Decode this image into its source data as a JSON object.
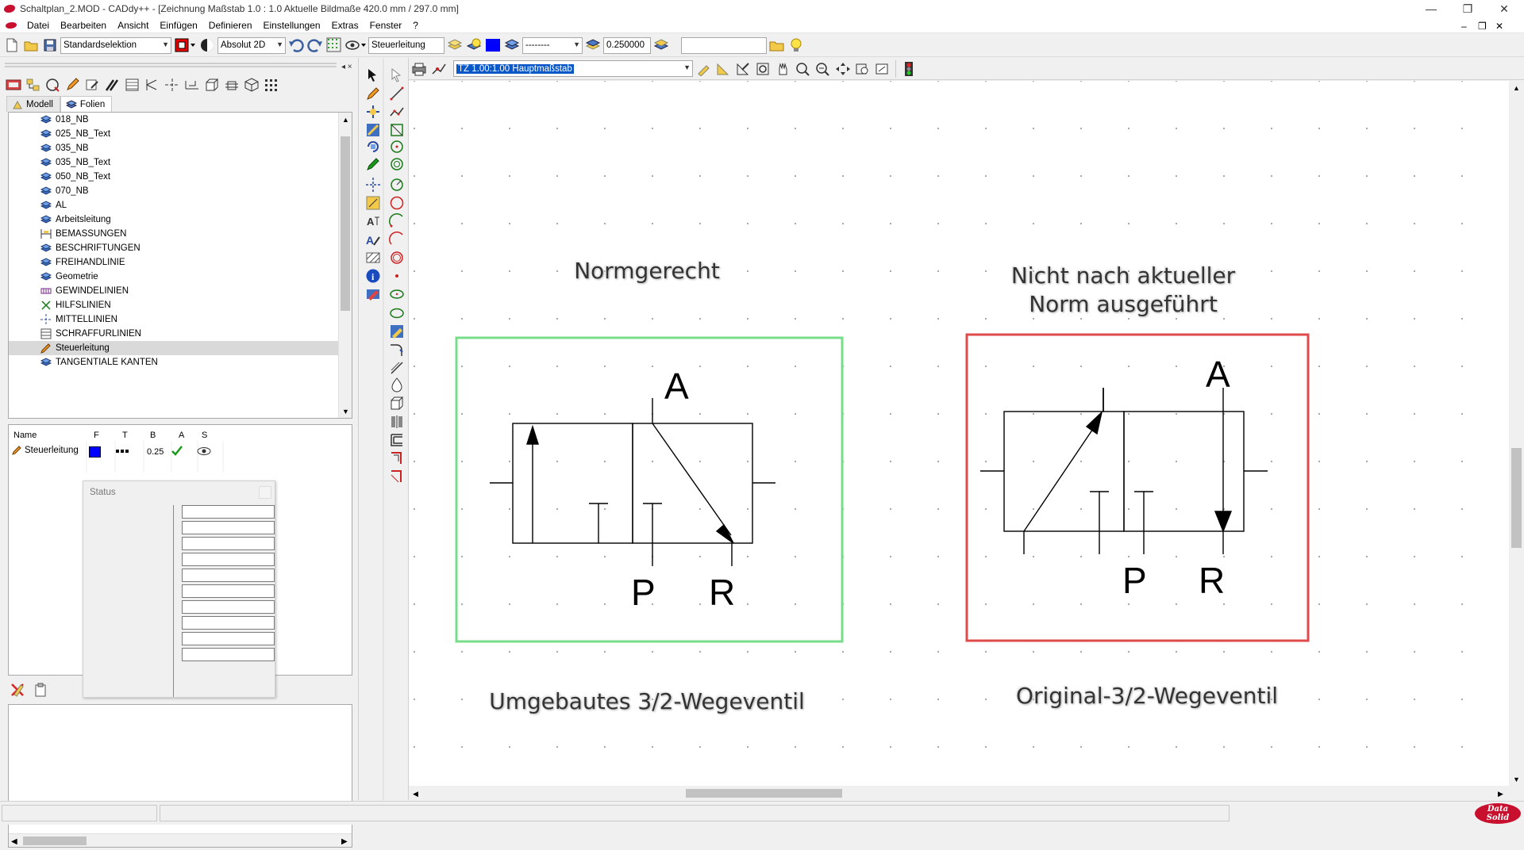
{
  "window": {
    "title": "Schaltplan_2.MOD - CADdy++ - [Zeichnung  Maßstab 1.0 : 1.0  Aktuelle Bildmaße 420.0 mm / 297.0 mm]",
    "minimize_glyph": "—",
    "restore_glyph": "❐",
    "close_glyph": "✕"
  },
  "menu": {
    "items": [
      "Datei",
      "Bearbeiten",
      "Ansicht",
      "Einfügen",
      "Definieren",
      "Einstellungen",
      "Extras",
      "Fenster",
      "?"
    ],
    "mdi_minimize": "–",
    "mdi_restore": "❐",
    "mdi_close": "✕"
  },
  "toolbar1": {
    "selection_mode": "Standardselektion",
    "coord_mode": "Absolut 2D",
    "layer_name": "Steuerleitung",
    "line_type": "--------",
    "line_width": "0.250000",
    "extra_field": ""
  },
  "toolbar2": {
    "viewport": "TZ 1.00:1.00 Hauptmaßstab"
  },
  "left_panel": {
    "tabs": [
      "Modell",
      "Folien"
    ],
    "layers": [
      {
        "name": "018_NB",
        "icon": "layer-stack"
      },
      {
        "name": "025_NB_Text",
        "icon": "layer-stack"
      },
      {
        "name": "035_NB",
        "icon": "layer-stack"
      },
      {
        "name": "035_NB_Text",
        "icon": "layer-stack"
      },
      {
        "name": "050_NB_Text",
        "icon": "layer-stack"
      },
      {
        "name": "070_NB",
        "icon": "layer-stack"
      },
      {
        "name": "AL",
        "icon": "layer-stack"
      },
      {
        "name": "Arbeitsleitung",
        "icon": "layer-stack"
      },
      {
        "name": "BEMASSUNGEN",
        "icon": "dimension"
      },
      {
        "name": "BESCHRIFTUNGEN",
        "icon": "layer-stack"
      },
      {
        "name": "FREIHANDLINIE",
        "icon": "layer-stack"
      },
      {
        "name": "Geometrie",
        "icon": "layer-stack"
      },
      {
        "name": "GEWINDELINIEN",
        "icon": "thread"
      },
      {
        "name": "HILFSLINIEN",
        "icon": "helpline"
      },
      {
        "name": "MITTELLINIEN",
        "icon": "centerline"
      },
      {
        "name": "SCHRAFFURLINIEN",
        "icon": "hatch"
      },
      {
        "name": "Steuerleitung",
        "icon": "pencil",
        "selected": true
      },
      {
        "name": "TANGENTIALE KANTEN",
        "icon": "layer-stack"
      }
    ],
    "props": {
      "headers": [
        "Name",
        "F",
        "T",
        "B",
        "A",
        "S"
      ],
      "row": {
        "name": "Steuerleitung",
        "color": "#0000ff",
        "width": "0.25"
      }
    },
    "status_window": {
      "title": "Status",
      "field_count": 10
    }
  },
  "drawing": {
    "label_left_top": "Normgerecht",
    "label_right_top": "Nicht nach aktueller Norm ausgeführt",
    "label_left_bottom": "Umgebautes 3/2-Wegeventil",
    "label_right_bottom": "Original-3/2-Wegeventil",
    "port_a": "A",
    "port_p": "P",
    "port_r": "R",
    "frame_left_color": "#77dd88",
    "frame_right_color": "#e04a4a"
  },
  "branding": {
    "logo_line1": "Data",
    "logo_line2": "Solid"
  }
}
